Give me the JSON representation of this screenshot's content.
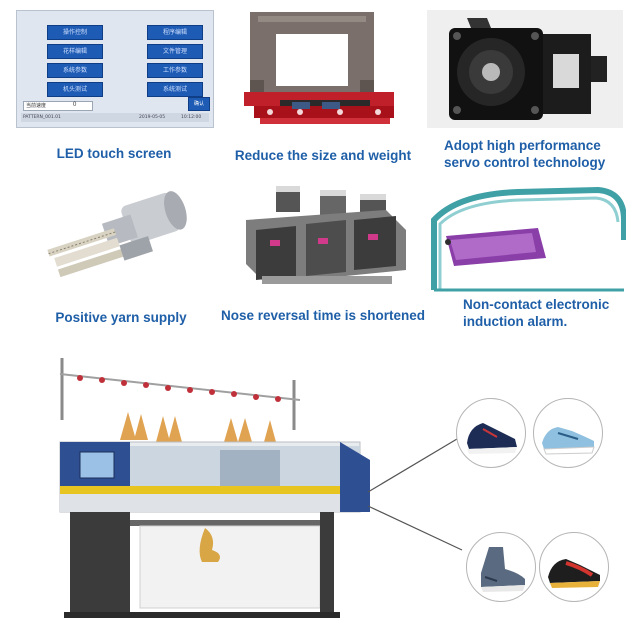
{
  "captions": {
    "led": "LED touch screen",
    "reduce": "Reduce the size and weight",
    "servo_line1": "Adopt high performance",
    "servo_line2": "servo control technology",
    "yarn": "Positive yarn supply",
    "nose": "Nose reversal time is shortened",
    "alarm_line1": "Non-contact electronic",
    "alarm_line2": "induction alarm."
  },
  "led_screen": {
    "buttons": [
      "操作控制",
      "程序编辑",
      "花样编辑",
      "文件管理",
      "系统参数",
      "工作参数",
      "机头测试",
      "系统测试"
    ],
    "status_label": "当前速度",
    "status_value": "0",
    "ok_label": "确认",
    "footer_file": "PATTERN_001.01",
    "footer_date": "2019-05-05",
    "footer_time": "10:12:00"
  },
  "colors": {
    "caption": "#1f5fa8",
    "led_button": "#1e5bb4",
    "machine_blue": "#2f4f93",
    "yellow_stripe": "#e8c420"
  }
}
